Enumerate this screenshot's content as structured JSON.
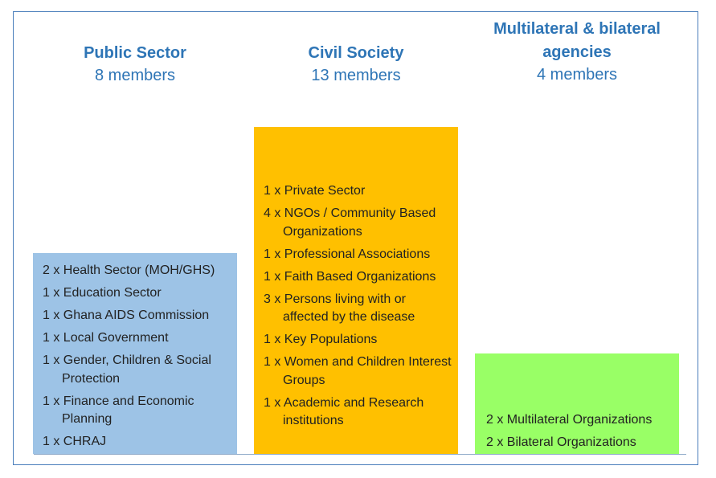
{
  "groups": [
    {
      "title": "Public Sector",
      "count": "8 members",
      "color": "#9dc3e6",
      "items": [
        "2 x Health Sector (MOH/GHS)",
        "1 x Education Sector",
        "1 x Ghana AIDS Commission",
        "1 x Local Government",
        "1 x Gender, Children & Social Protection",
        "1 x Finance and Economic Planning",
        "1 x CHRAJ"
      ]
    },
    {
      "title": "Civil Society",
      "count": "13 members",
      "color": "#ffc000",
      "items": [
        "1 x Private Sector",
        "4 x NGOs / Community Based Organizations",
        "1 x Professional Associations",
        "1 x Faith Based Organizations",
        "3 x Persons living with or affected by the disease",
        "1 x Key Populations",
        "1 x Women and Children Interest Groups",
        "1 x Academic and Research institutions"
      ]
    },
    {
      "title": "Multilateral & bilateral agencies",
      "count": "4 members",
      "color": "#99ff66",
      "items": [
        "2 x Multilateral Organizations",
        "2 x Bilateral Organizations"
      ]
    }
  ],
  "colors": {
    "header_text": "#2e75b6",
    "frame_border": "#4a7ebb"
  }
}
